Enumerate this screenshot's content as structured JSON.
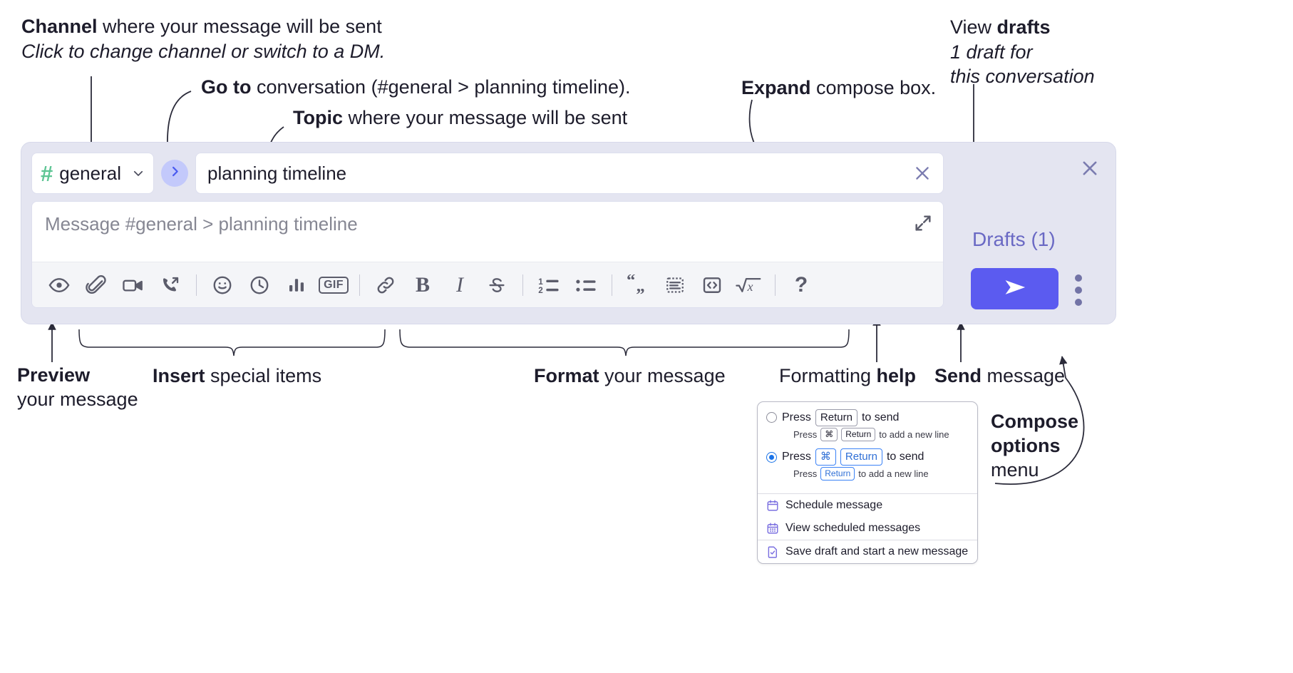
{
  "annotations": {
    "channel": {
      "bold": "Channel",
      "rest": " where your message will be sent",
      "italic_line": "Click to change channel or switch to a DM."
    },
    "goto": {
      "bold": "Go to",
      "rest": " conversation (#general > planning timeline)."
    },
    "topic": {
      "bold": "Topic",
      "rest": " where your message will be sent"
    },
    "expand": {
      "bold": "Expand",
      "rest": " compose box."
    },
    "drafts": {
      "plain": "View ",
      "bold": "drafts",
      "l2": "1 draft for",
      "l3": "this conversation"
    },
    "preview": {
      "bold": "Preview",
      "l2": "your message"
    },
    "insert": {
      "bold": "Insert",
      "rest": " special items"
    },
    "format": {
      "bold": "Format",
      "rest": " your message"
    },
    "help": {
      "plain": "Formatting ",
      "bold": "help"
    },
    "send": {
      "bold": "Send",
      "rest": " message"
    },
    "compose": {
      "b1": "Compose",
      "b2": "options",
      "l3": "menu"
    }
  },
  "compose": {
    "channel": {
      "hash": "#",
      "name": "general",
      "chevron": "chevron-down"
    },
    "goto_button": "go-to-conversation",
    "topic": {
      "value": "planning timeline",
      "clear": "clear-topic"
    },
    "message": {
      "placeholder": "Message #general > planning timeline",
      "expand": "expand-compose"
    },
    "toolbar": [
      {
        "name": "preview-message",
        "icon": "eye"
      },
      {
        "name": "attach-file",
        "icon": "paperclip"
      },
      {
        "name": "record-video-clip",
        "icon": "video-camera"
      },
      {
        "name": "record-audio-clip",
        "icon": "phone-arrow"
      },
      {
        "name": "divider-1",
        "icon": "divider"
      },
      {
        "name": "emoji",
        "icon": "smiley"
      },
      {
        "name": "mention-later",
        "icon": "clock"
      },
      {
        "name": "create-poll",
        "icon": "bar-chart"
      },
      {
        "name": "insert-gif",
        "icon": "gif",
        "label": "GIF"
      },
      {
        "name": "divider-2",
        "icon": "divider"
      },
      {
        "name": "insert-link",
        "icon": "link"
      },
      {
        "name": "bold",
        "icon": "bold",
        "label": "B"
      },
      {
        "name": "italic",
        "icon": "italic",
        "label": "I"
      },
      {
        "name": "strikethrough",
        "icon": "strikethrough"
      },
      {
        "name": "divider-3",
        "icon": "divider"
      },
      {
        "name": "ordered-list",
        "icon": "ordered-list"
      },
      {
        "name": "bulleted-list",
        "icon": "bulleted-list"
      },
      {
        "name": "divider-4",
        "icon": "divider"
      },
      {
        "name": "blockquote",
        "icon": "quote"
      },
      {
        "name": "code-block",
        "icon": "code-block"
      },
      {
        "name": "code",
        "icon": "code-angle"
      },
      {
        "name": "math",
        "icon": "sqrt-x"
      },
      {
        "name": "divider-5",
        "icon": "divider"
      },
      {
        "name": "formatting-help",
        "icon": "question-mark",
        "label": "?"
      }
    ],
    "drafts_label": "Drafts (1)",
    "panel_close": "close-compose-panel",
    "send_button": "send-message",
    "options_button": "compose-options"
  },
  "menu": {
    "options": [
      {
        "selected": false,
        "main_pre": "Press",
        "main_keys": [
          "Return"
        ],
        "main_post": "to send",
        "sub_pre": "Press",
        "sub_keys": [
          "⌘",
          "Return"
        ],
        "sub_post": "to add a new line"
      },
      {
        "selected": true,
        "main_pre": "Press",
        "main_keys": [
          "⌘",
          "Return"
        ],
        "main_post": "to send",
        "sub_pre": "Press",
        "sub_keys": [
          "Return"
        ],
        "sub_post": "to add a new line"
      }
    ],
    "items": [
      {
        "icon": "calendar-clock-icon",
        "label": "Schedule message"
      },
      {
        "icon": "calendar-grid-icon",
        "label": "View scheduled messages"
      },
      {
        "icon": "file-check-icon",
        "label": "Save draft and start a new message"
      }
    ]
  },
  "colors": {
    "panel_bg": "#e4e5f1",
    "accent_send": "#5b5bf0",
    "hash_green": "#5ec594",
    "drafts_purple": "#6a69c4",
    "goto_bubble": "#c3c9fb",
    "menu_accent": "#1a73e8"
  }
}
